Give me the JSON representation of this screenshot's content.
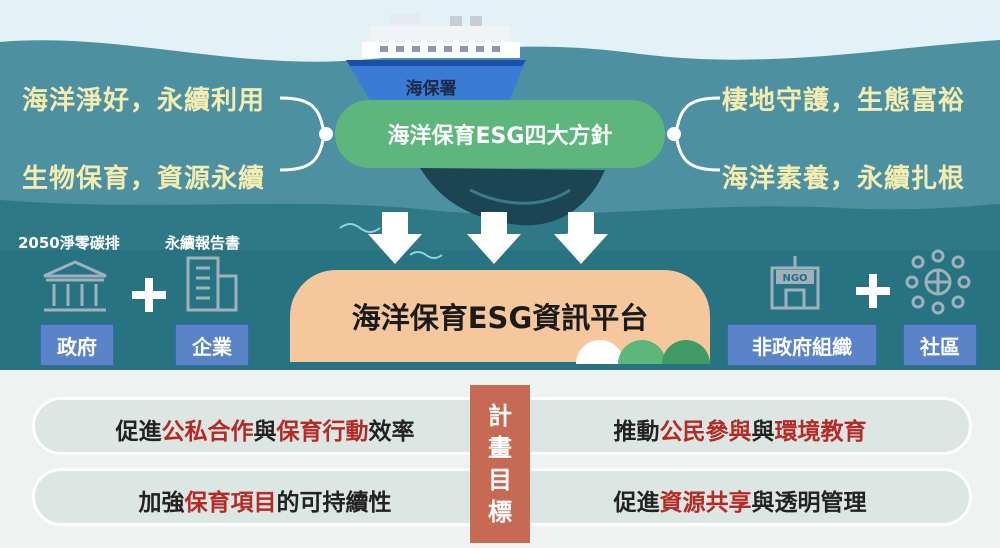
{
  "ship": {
    "label": "海保署"
  },
  "policy_center": "海洋保育ESG四大方針",
  "principles": {
    "left_top": "海洋淨好，永續利用",
    "left_bottom": "生物保育，資源永續",
    "right_top": "棲地守護，生態富裕",
    "right_bottom": "海洋素養，永續扎根"
  },
  "topics": {
    "net_zero": "2050淨零碳排",
    "sustainability_report": "永續報告書"
  },
  "stakeholders": {
    "government": "政府",
    "enterprise": "企業",
    "ngo": "非政府組織",
    "community": "社區",
    "ngo_sign": "NGO"
  },
  "platform_title": "海洋保育ESG資訊平台",
  "goals_title": [
    "計",
    "畫",
    "目",
    "標"
  ],
  "goals": [
    {
      "pre": "促進",
      "hl1": "公私合作",
      "mid": "與",
      "hl2": "保育行動",
      "post": "效率"
    },
    {
      "pre": "推動",
      "hl1": "公民參與",
      "mid": "與",
      "hl2": "環境教育",
      "post": ""
    },
    {
      "pre": "加強",
      "hl1": "保育項目",
      "mid": "的可持續性",
      "hl2": "",
      "post": ""
    },
    {
      "pre": "促進",
      "hl1": "資源共享",
      "mid": "與透明管理",
      "hl2": "",
      "post": ""
    }
  ],
  "colors": {
    "sky": "#e4f1f6",
    "sea_top": "#4d90a2",
    "sea_deep": "#25707e",
    "pill": "#5db67c",
    "platform": "#f6c79c",
    "tag": "#5b84c8",
    "principle_text": "#f3eeb0",
    "highlight": "#b52a26",
    "goal_title_bg": "#c66a53"
  }
}
